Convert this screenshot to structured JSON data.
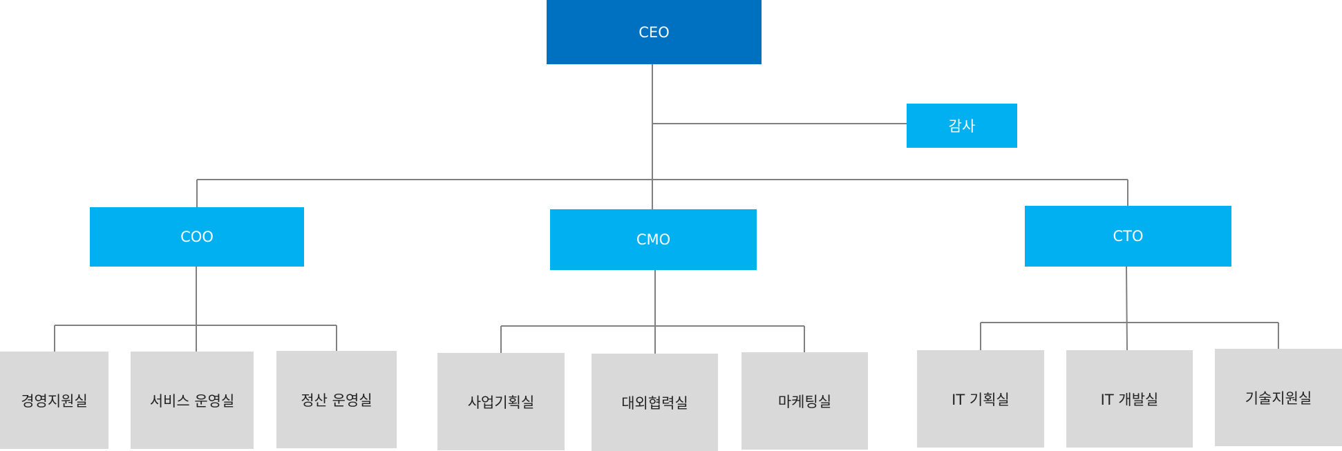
{
  "colors": {
    "ceo_fill": "#0070C0",
    "exec_fill": "#00B0F0",
    "dept_fill": "#D9D9D9",
    "connector": "#7F7F7F"
  },
  "nodes": {
    "ceo": "CEO",
    "audit": "감사",
    "coo": "COO",
    "cmo": "CMO",
    "cto": "CTO",
    "coo_depts": [
      "경영지원실",
      "서비스 운영실",
      "정산 운영실"
    ],
    "cmo_depts": [
      "사업기획실",
      "대외협력실",
      "마케팅실"
    ],
    "cto_depts": [
      "IT 기획실",
      "IT 개발실",
      "기술지원실"
    ]
  }
}
